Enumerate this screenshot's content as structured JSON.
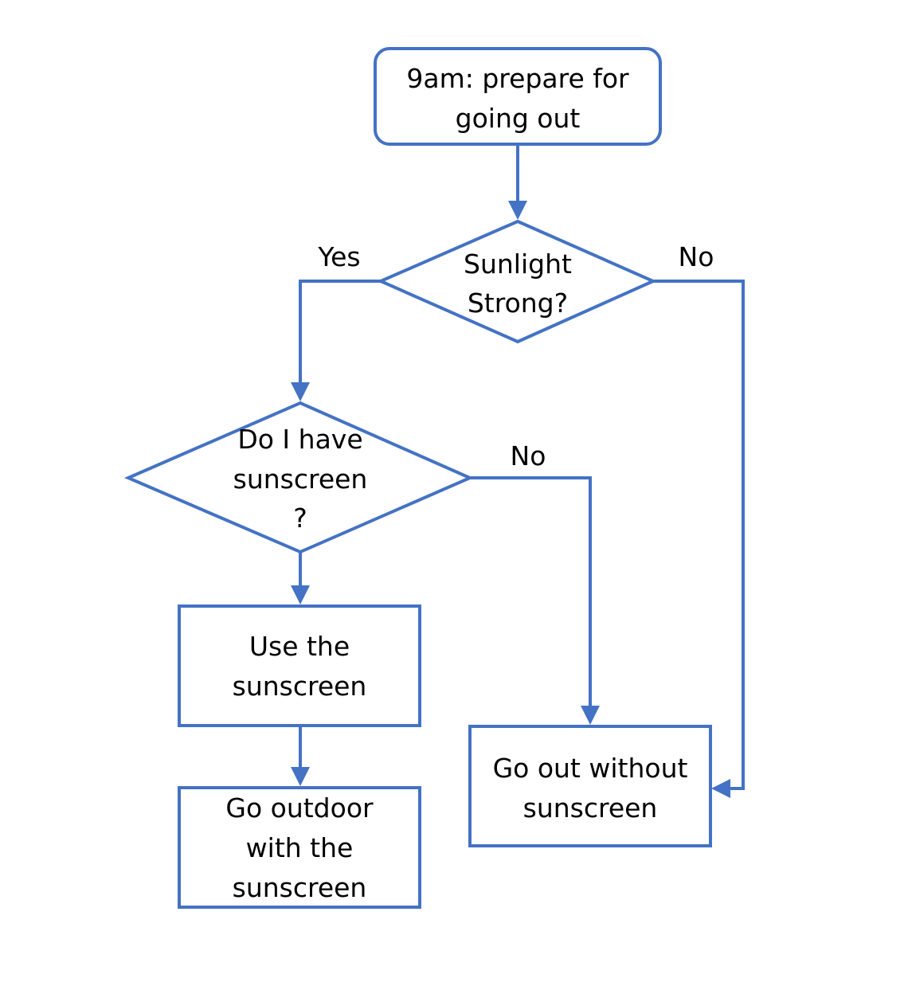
{
  "diagram": {
    "colors": {
      "stroke": "#4472c4",
      "fill": "#ffffff",
      "text": "#000000"
    },
    "nodes": {
      "start": {
        "lines": [
          "9am: prepare for",
          "going out"
        ]
      },
      "sunlight": {
        "lines": [
          "Sunlight",
          "Strong?"
        ]
      },
      "have_sunscreen": {
        "lines": [
          "Do I have",
          "sunscreen",
          "?"
        ]
      },
      "use_sunscreen": {
        "lines": [
          "Use the",
          "sunscreen"
        ]
      },
      "go_outdoor": {
        "lines": [
          "Go outdoor",
          "with the",
          "sunscreen"
        ]
      },
      "go_without": {
        "lines": [
          "Go out without",
          "sunscreen"
        ]
      }
    },
    "edges": {
      "sunlight_yes": "Yes",
      "sunlight_no": "No",
      "have_no": "No"
    }
  }
}
